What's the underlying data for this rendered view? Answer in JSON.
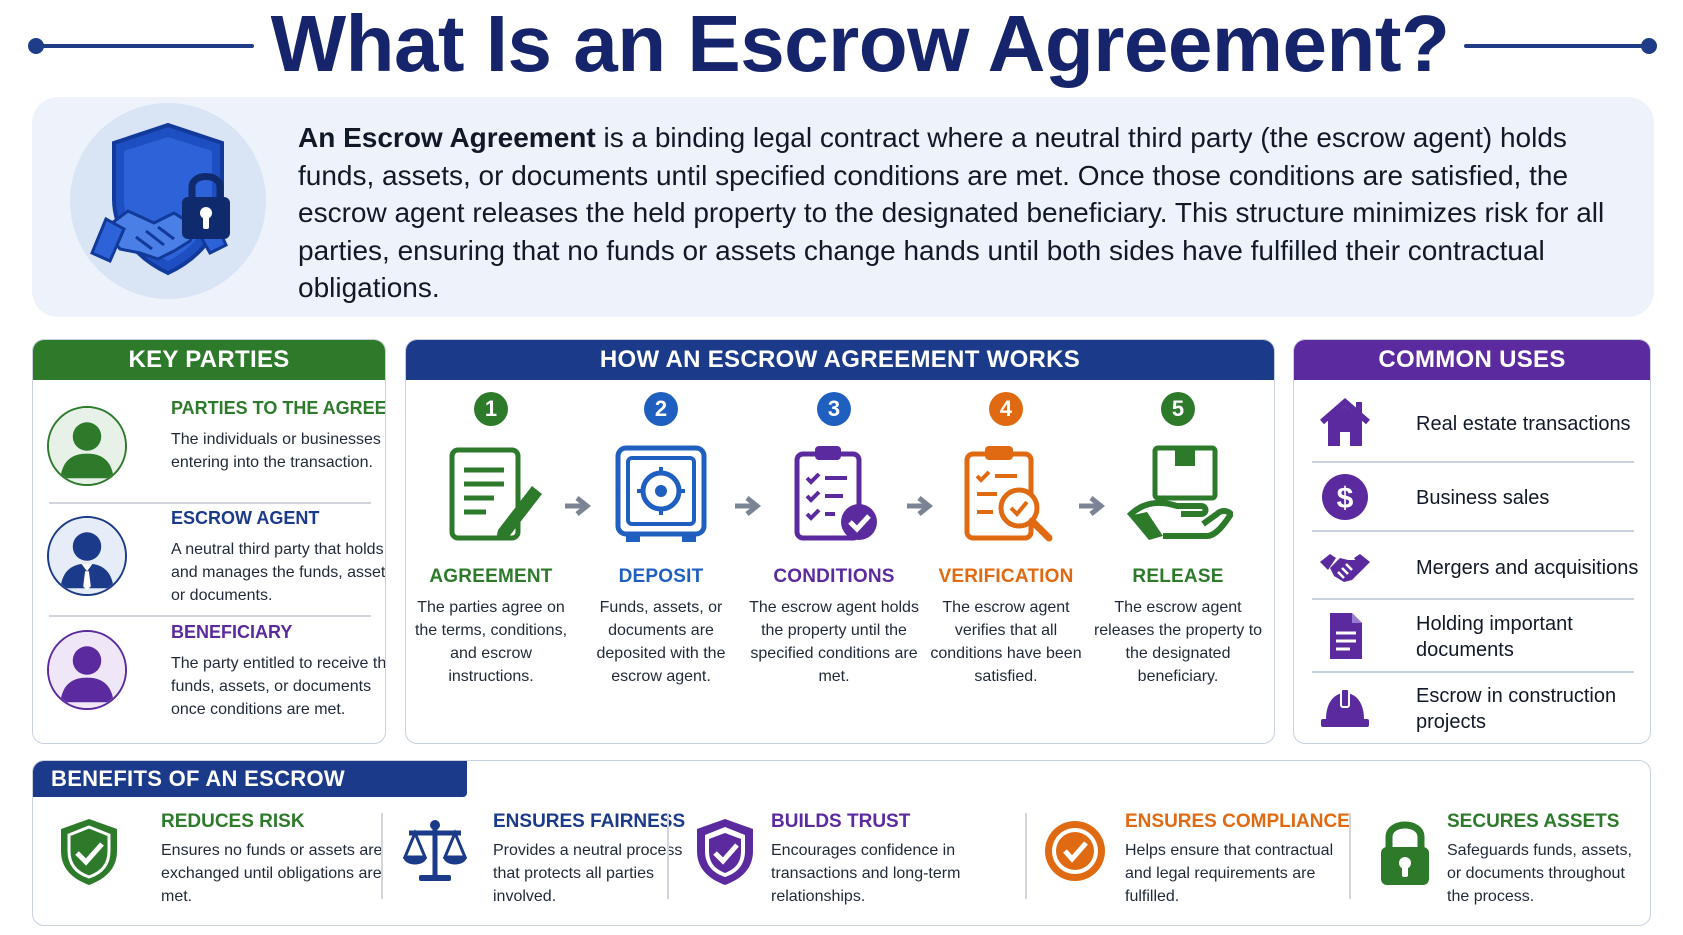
{
  "page": {
    "title": "What Is an Escrow Agreement?"
  },
  "intro": {
    "lead": "An Escrow Agreement",
    "text": " is a binding legal contract where a neutral third party (the escrow agent) holds funds, assets, or documents until specified conditions are met. Once those conditions are satisfied, the escrow agent releases the held property to the designated beneficiary. This structure minimizes risk for all parties, ensuring that no funds or assets change hands until both sides have fulfilled their contractual obligations."
  },
  "key_parties": {
    "heading": "KEY PARTIES",
    "items": [
      {
        "title": "PARTIES TO THE AGREEMENT",
        "desc": "The individuals or businesses entering into the transaction.",
        "color": "#2d7a2b",
        "icon": "person-icon"
      },
      {
        "title": "ESCROW AGENT",
        "desc": "A neutral third party that holds and manages the funds, assets, or documents.",
        "color": "#1b3a8a",
        "icon": "agent-icon"
      },
      {
        "title": "BENEFICIARY",
        "desc": "The party entitled to receive the funds, assets, or documents once conditions are met.",
        "color": "#5b2a9e",
        "icon": "person-icon"
      }
    ]
  },
  "how_it_works": {
    "heading": "HOW AN ESCROW AGREEMENT WORKS",
    "steps": [
      {
        "num": "1",
        "title": "AGREEMENT",
        "desc": "The parties agree on the terms, conditions, and escrow instructions.",
        "color": "#2d7a2b",
        "icon": "document-pen-icon"
      },
      {
        "num": "2",
        "title": "DEPOSIT",
        "desc": "Funds, assets, or documents are deposited with the escrow agent.",
        "color": "#1f5fbf",
        "icon": "safe-icon"
      },
      {
        "num": "3",
        "title": "CONDITIONS",
        "desc": "The escrow agent holds the property until the specified conditions are met.",
        "color": "#5b2a9e",
        "icon": "checklist-icon"
      },
      {
        "num": "4",
        "title": "VERIFICATION",
        "desc": "The escrow agent verifies that all conditions have been satisfied.",
        "color": "#e06a12",
        "icon": "clipboard-search-icon"
      },
      {
        "num": "5",
        "title": "RELEASE",
        "desc": "The escrow agent releases the property to the designated beneficiary.",
        "color": "#2d7a2b",
        "icon": "hand-box-icon"
      }
    ]
  },
  "common_uses": {
    "heading": "COMMON USES",
    "items": [
      {
        "label": "Real estate transactions",
        "icon": "house-icon"
      },
      {
        "label": "Business sales",
        "icon": "dollar-icon"
      },
      {
        "label": "Mergers and acquisitions",
        "icon": "handshake-icon"
      },
      {
        "label": "Holding important documents",
        "icon": "document-icon"
      },
      {
        "label": "Escrow in construction projects",
        "icon": "hardhat-icon"
      }
    ],
    "color": "#5b2a9e"
  },
  "benefits": {
    "heading": "BENEFITS OF AN ESCROW AGREEMENT",
    "items": [
      {
        "title": "REDUCES RISK",
        "desc": "Ensures no funds or assets are exchanged until obligations are met.",
        "color": "#2d7a2b",
        "icon": "shield-check-icon"
      },
      {
        "title": "ENSURES FAIRNESS",
        "desc": "Provides a neutral process that protects all parties involved.",
        "color": "#1b3a8a",
        "icon": "scales-icon"
      },
      {
        "title": "BUILDS TRUST",
        "desc": "Encourages confidence in transactions and long-term relationships.",
        "color": "#5b2a9e",
        "icon": "shield-check-icon"
      },
      {
        "title": "ENSURES COMPLIANCE",
        "desc": "Helps ensure that contractual and legal requirements are fulfilled.",
        "color": "#e06a12",
        "icon": "check-circle-icon"
      },
      {
        "title": "SECURES ASSETS",
        "desc": "Safeguards funds, assets, or documents throughout the process.",
        "color": "#2d7a2b",
        "icon": "padlock-icon"
      }
    ]
  }
}
